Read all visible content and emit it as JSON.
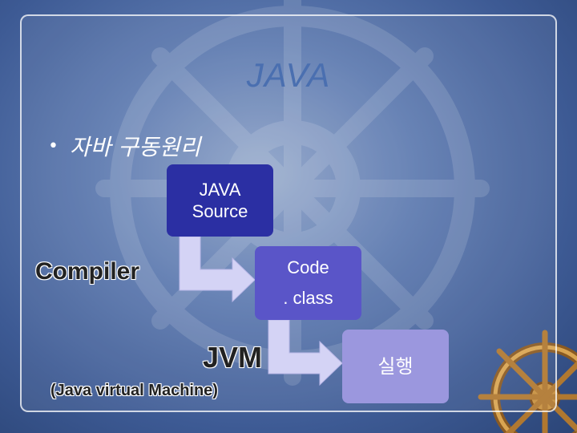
{
  "slide": {
    "title": "JAVA",
    "bullet": "자바 구동원리"
  },
  "diagram": {
    "source_line1": "JAVA",
    "source_line2": "Source",
    "compiler": "Compiler",
    "class_line1": "Code",
    "class_line2": ". class",
    "jvm": "JVM",
    "jvm_sub": "(Java virtual Machine)",
    "run": "실행"
  },
  "colors": {
    "source_box": "#2b2fa3",
    "class_box": "#5a55c8",
    "run_box": "#9b97de",
    "arrow": "#d4d3f5",
    "title": "#4a6fb0"
  }
}
